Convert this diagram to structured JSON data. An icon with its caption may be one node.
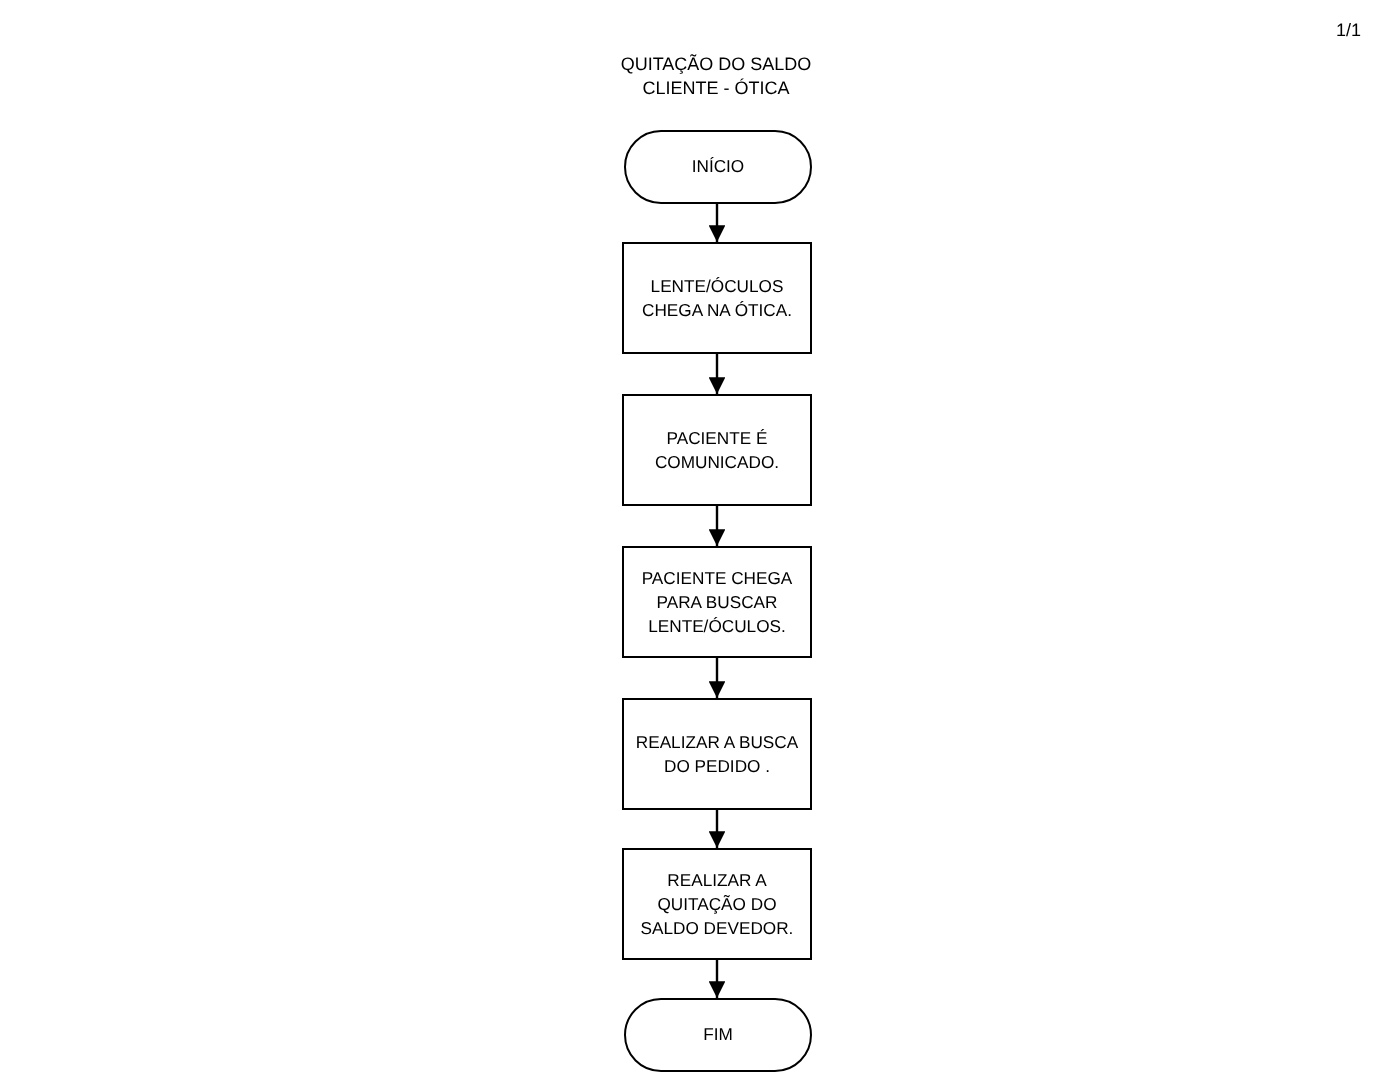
{
  "diagram": {
    "title": "QUITAÇÃO DO SALDO CLIENTE - ÓTICA",
    "nodes": [
      {
        "text": [
          "INÍCIO"
        ]
      },
      {
        "text": [
          "LENTE/ÓCULOS CHEGA NA ÓTICA."
        ]
      },
      {
        "text": [
          "PACIENTE É COMUNICADO."
        ]
      },
      {
        "text": [
          "PACIENTE CHEGA PARA BUSCAR LENTE/ÓCULOS."
        ]
      },
      {
        "text": [
          "REALIZAR A BUSCA DO PEDIDO ."
        ]
      },
      {
        "text": [
          "REALIZAR A QUITAÇÃO DO SALDO DEVEDOR."
        ]
      },
      {
        "text": [
          "FIM"
        ]
      }
    ],
    "edges": [
      {
        "from": 0,
        "to": 1,
        "arrow": "to"
      },
      {
        "from": 1,
        "to": 2,
        "arrow": "to"
      },
      {
        "from": 2,
        "to": 3,
        "arrow": "to"
      },
      {
        "from": 3,
        "to": 4,
        "arrow": "to"
      },
      {
        "from": 4,
        "to": 5,
        "arrow": "to"
      },
      {
        "from": 5,
        "to": 6,
        "arrow": "to"
      }
    ],
    "labels": [
      "1/1"
    ]
  }
}
